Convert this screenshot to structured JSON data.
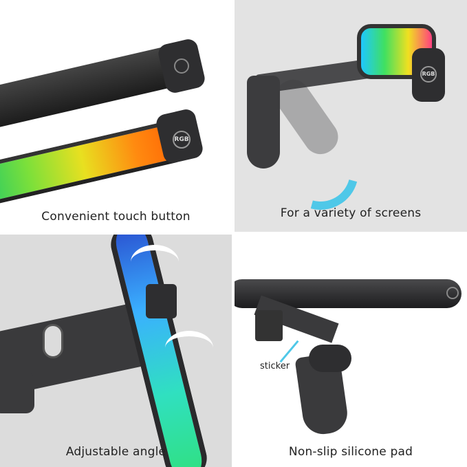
{
  "panels": [
    {
      "caption": "Convenient touch button",
      "button_label": "RGB"
    },
    {
      "caption": "For a variety of screens",
      "button_label": "RGB"
    },
    {
      "caption": "Adjustable angle"
    },
    {
      "caption": "Non-slip silicone pad",
      "annotation": "sticker"
    }
  ],
  "colors": {
    "bar": "#2a2a2c",
    "arrow": "#4fc8e8"
  }
}
